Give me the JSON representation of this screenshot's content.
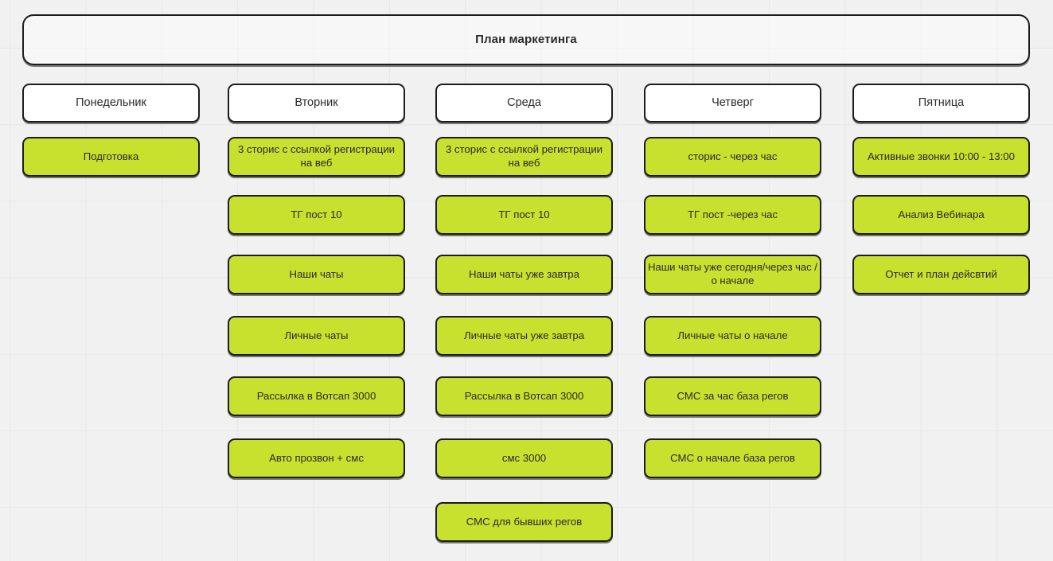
{
  "board": {
    "title": "План маркетинга",
    "background_color": "#f1f1f1",
    "grid_line_color": "#e7e7e7",
    "card_border_color": "#1c1c1c",
    "task_card_color": "#c8e02e",
    "day_header_color": "#ffffff"
  },
  "columns": [
    {
      "day": "Понедельник",
      "tasks": [
        {
          "label": "Подготовка",
          "row": 0
        }
      ]
    },
    {
      "day": "Вторник",
      "tasks": [
        {
          "label": "3 сторис с ссылкой регистрации на веб",
          "row": 0
        },
        {
          "label": "ТГ пост 10",
          "row": 1
        },
        {
          "label": "Наши чаты",
          "row": 2
        },
        {
          "label": "Личные чаты",
          "row": 3
        },
        {
          "label": "Рассылка в Вотсап 3000",
          "row": 4
        },
        {
          "label": "Авто прозвон + смс",
          "row": 5
        }
      ]
    },
    {
      "day": "Среда",
      "tasks": [
        {
          "label": "3 сторис с ссылкой регистрации на веб",
          "row": 0
        },
        {
          "label": "ТГ пост  10",
          "row": 1
        },
        {
          "label": "Наши чаты уже завтра",
          "row": 2
        },
        {
          "label": "Личные чаты уже завтра",
          "row": 3
        },
        {
          "label": "Рассылка в Вотсап 3000",
          "row": 4
        },
        {
          "label": "смс 3000",
          "row": 5
        },
        {
          "label": "СМС для бывших регов",
          "row": 6
        }
      ]
    },
    {
      "day": "Четверг",
      "tasks": [
        {
          "label": "сторис - через час",
          "row": 0
        },
        {
          "label": "ТГ пост -через час",
          "row": 1
        },
        {
          "label": "Наши чаты уже сегодня/через час / о начале",
          "row": 2,
          "tight": true
        },
        {
          "label": "Личные чаты о начале",
          "row": 3
        },
        {
          "label": "СМС за час база регов",
          "row": 4
        },
        {
          "label": "СМС о начале база регов",
          "row": 5
        }
      ]
    },
    {
      "day": "Пятница",
      "tasks": [
        {
          "label": "Активные звонки 10:00 - 13:00",
          "row": 0
        },
        {
          "label": "Анализ Вебинара",
          "row": 1
        },
        {
          "label": "Отчет и план дейсвтий",
          "row": 2
        }
      ]
    }
  ]
}
